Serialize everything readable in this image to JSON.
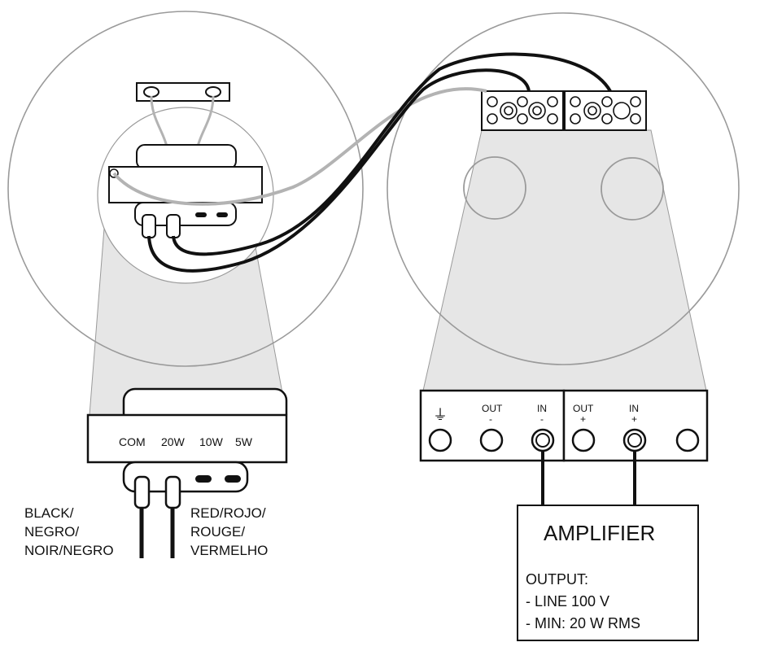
{
  "transformer": {
    "taps": [
      "COM",
      "20W",
      "10W",
      "5W"
    ]
  },
  "wire_labels": {
    "black": [
      "BLACK/",
      "NEGRO/",
      "NOIR/NEGRO"
    ],
    "red": [
      "RED/ROJO/",
      "ROUGE/",
      "VERMELHO"
    ]
  },
  "terminal_block": {
    "ground_symbol": "⏚",
    "terminals": [
      {
        "top": "OUT",
        "sign": "-"
      },
      {
        "top": "IN",
        "sign": "-"
      },
      {
        "top": "OUT",
        "sign": "+"
      },
      {
        "top": "IN",
        "sign": "+"
      }
    ]
  },
  "amplifier": {
    "title": "AMPLIFIER",
    "output_heading": "OUTPUT:",
    "specs": [
      "- LINE 100 V",
      "- MIN: 20 W RMS"
    ]
  },
  "colors": {
    "outline": "#111111",
    "panel_fill": "#e6e6e6",
    "circle_stroke": "#9a9a9a",
    "grey_wire": "#b3b3b3",
    "black_wire": "#111111"
  }
}
